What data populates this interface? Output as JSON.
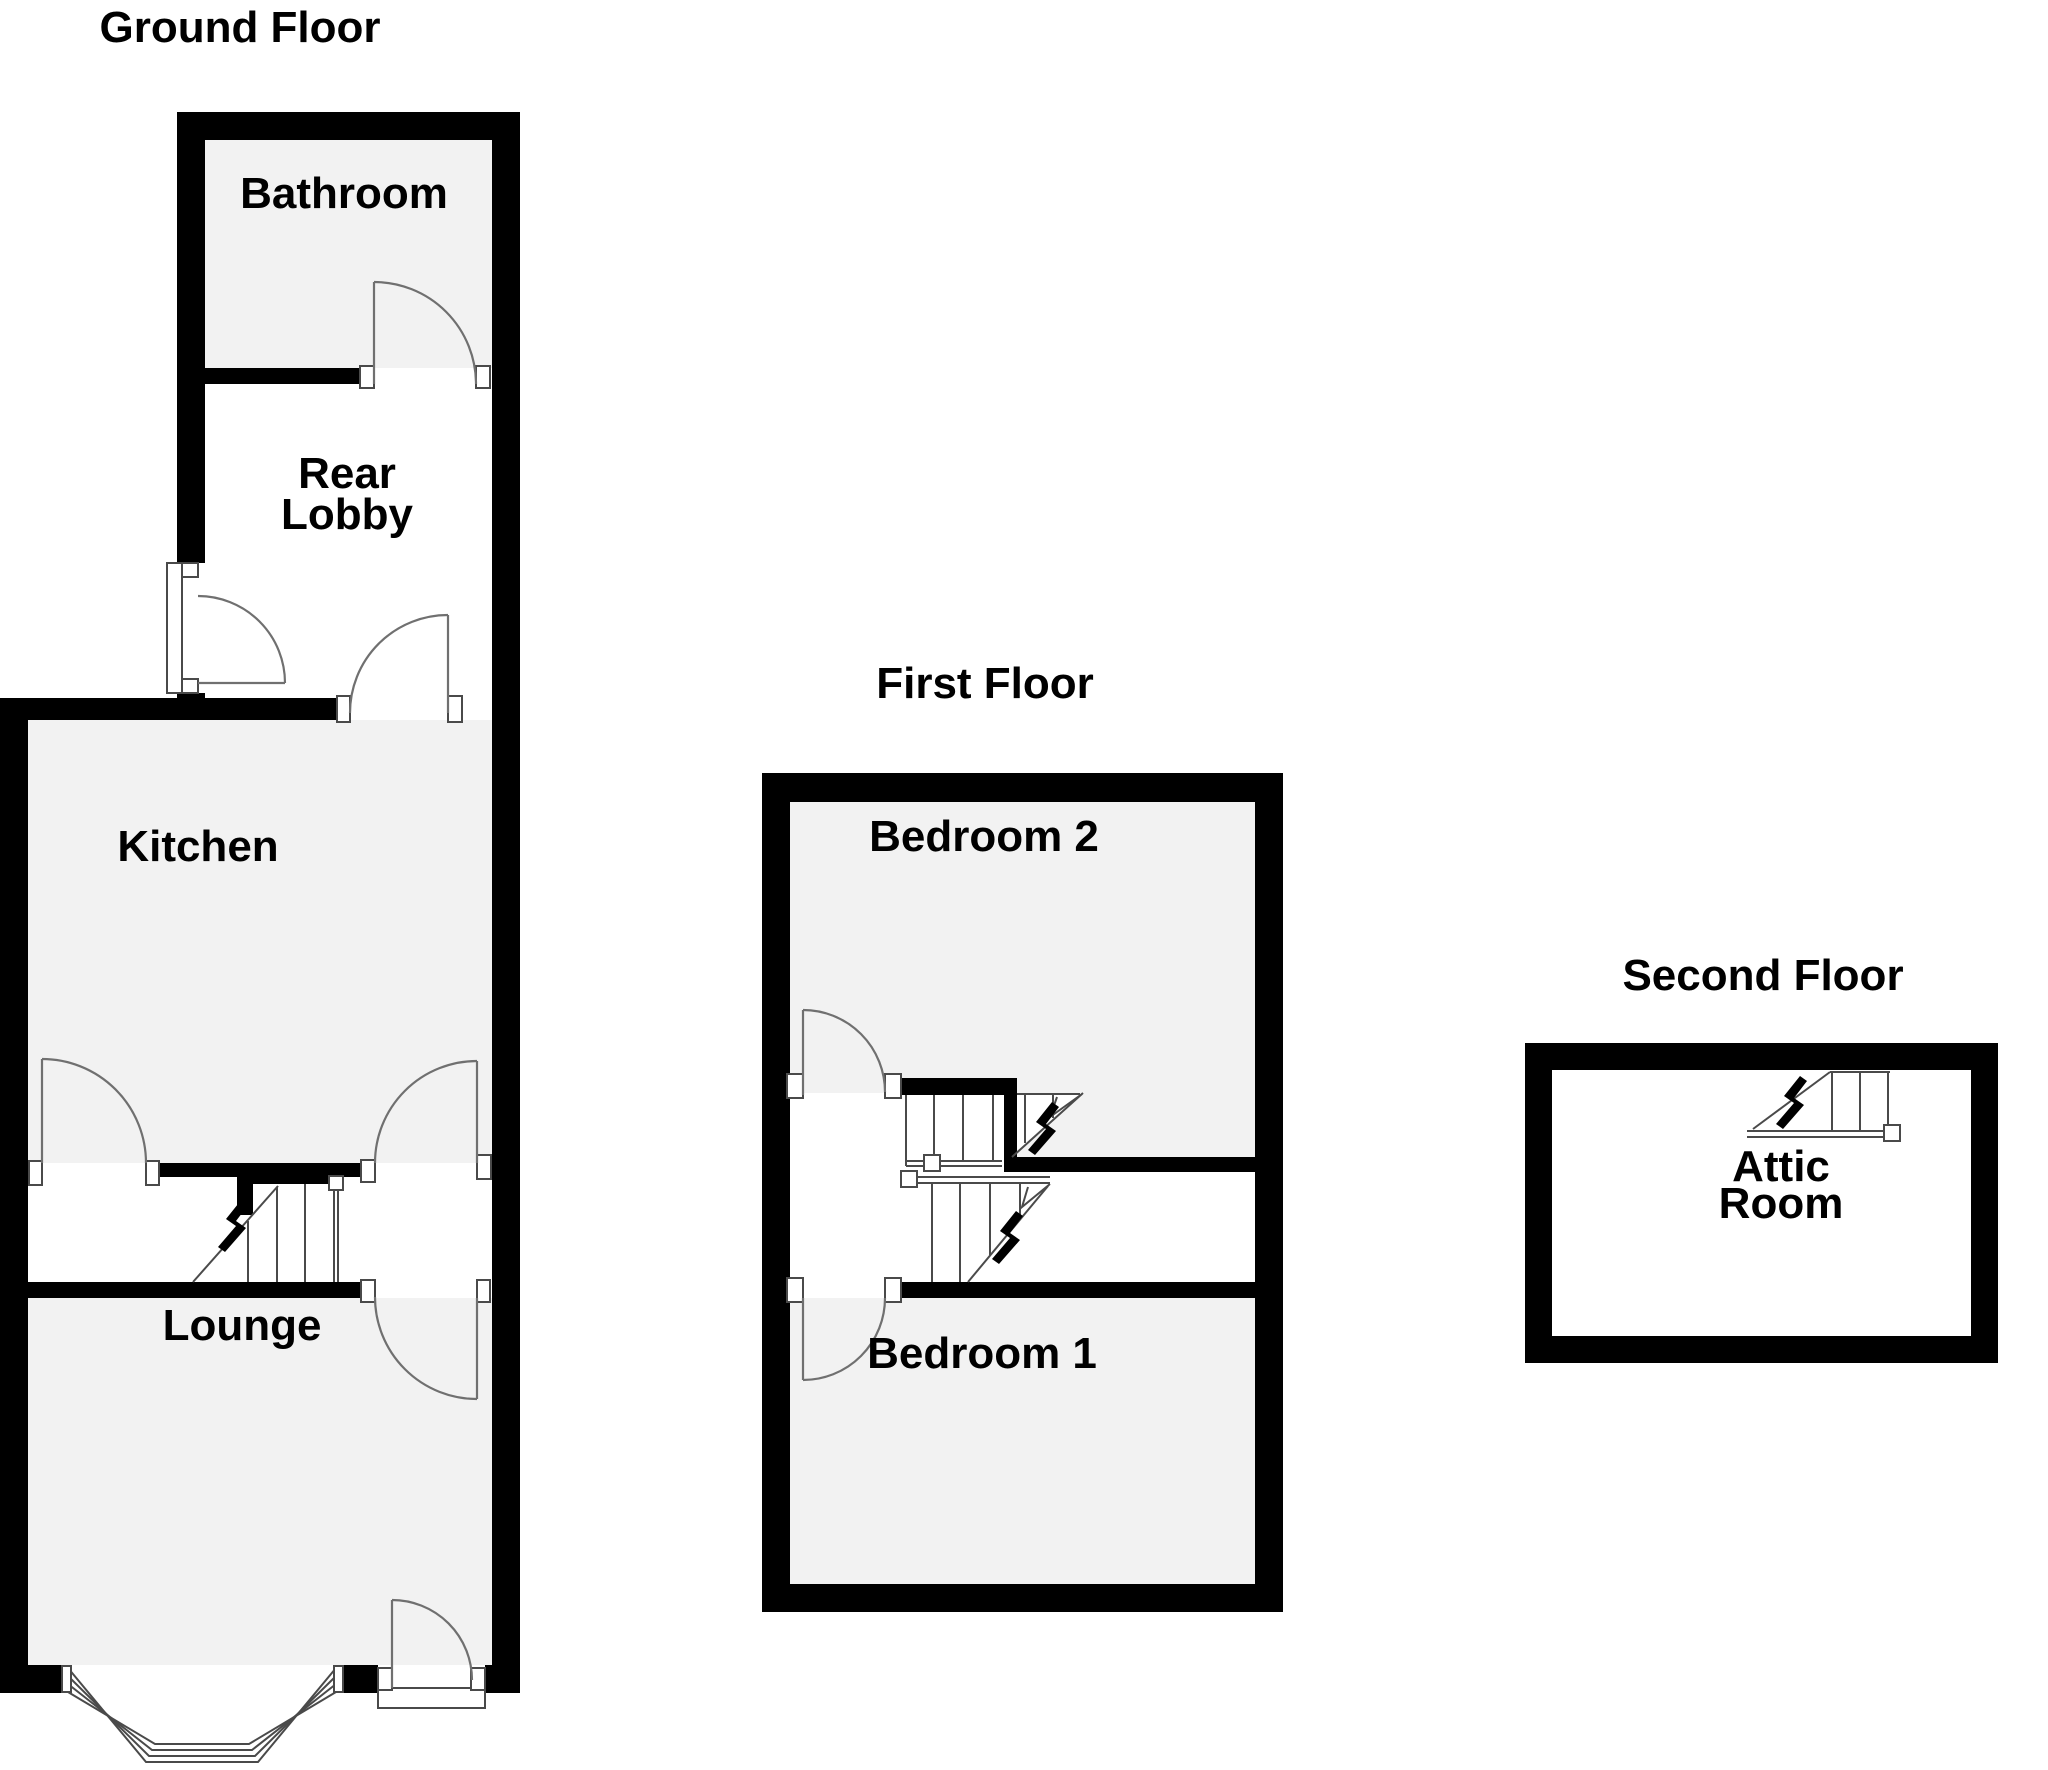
{
  "floors": {
    "ground": {
      "title": "Ground Floor",
      "rooms": {
        "bathroom": {
          "label": "Bathroom"
        },
        "rear_lobby": {
          "label_line1": "Rear",
          "label_line2": "Lobby"
        },
        "kitchen": {
          "label": "Kitchen"
        },
        "lounge": {
          "label": "Lounge"
        }
      }
    },
    "first": {
      "title": "First Floor",
      "rooms": {
        "bedroom2": {
          "label": "Bedroom 2"
        },
        "bedroom1": {
          "label": "Bedroom 1"
        }
      }
    },
    "second": {
      "title": "Second Floor",
      "rooms": {
        "attic": {
          "label_line1": "Attic",
          "label_line2": "Room"
        }
      }
    }
  },
  "colors": {
    "wall": "#000000",
    "room_fill": "#f2f2f2",
    "door_line": "#707070",
    "stair_line": "#4a4a4a",
    "text": "#000000",
    "background": "#ffffff"
  }
}
